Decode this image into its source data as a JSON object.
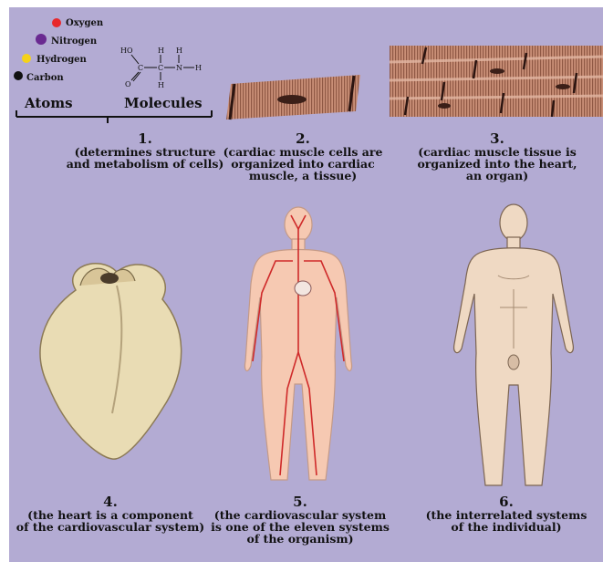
{
  "colors": {
    "background": "#b3abd3",
    "oxygen": "#e8272b",
    "nitrogen": "#6a2a91",
    "hydrogen": "#f5d21a",
    "carbon": "#111111",
    "artery": "#cf2a2a",
    "skin_body": "#f6c9b2"
  },
  "atoms": {
    "legend": [
      {
        "name": "Oxygen",
        "color": "#e8272b"
      },
      {
        "name": "Nitrogen",
        "color": "#6a2a91"
      },
      {
        "name": "Hydrogen",
        "color": "#f5d21a"
      },
      {
        "name": "Carbon",
        "color": "#111111"
      }
    ],
    "molecule_atoms": {
      "ho": "HO",
      "h": "H",
      "c": "C",
      "n": "N",
      "o": "O"
    },
    "atoms_label": "Atoms",
    "molecules_label": "Molecules"
  },
  "levels": [
    {
      "number": "1.",
      "line1": "(determines structure",
      "line2": "and metabolism of cells)",
      "line3": ""
    },
    {
      "number": "2.",
      "line1": "(cardiac muscle cells are",
      "line2": "organized into cardiac",
      "line3": "muscle, a tissue)"
    },
    {
      "number": "3.",
      "line1": "(cardiac muscle tissue is",
      "line2": "organized into the heart,",
      "line3": "an organ)"
    },
    {
      "number": "4.",
      "line1": "(the heart is a component",
      "line2": "of the cardiovascular system)",
      "line3": ""
    },
    {
      "number": "5.",
      "line1": "(the cardiovascular system",
      "line2": "is one of the eleven systems",
      "line3": "of the organism)"
    },
    {
      "number": "6.",
      "line1": "(the interrelated systems",
      "line2": "of the individual)",
      "line3": ""
    }
  ]
}
